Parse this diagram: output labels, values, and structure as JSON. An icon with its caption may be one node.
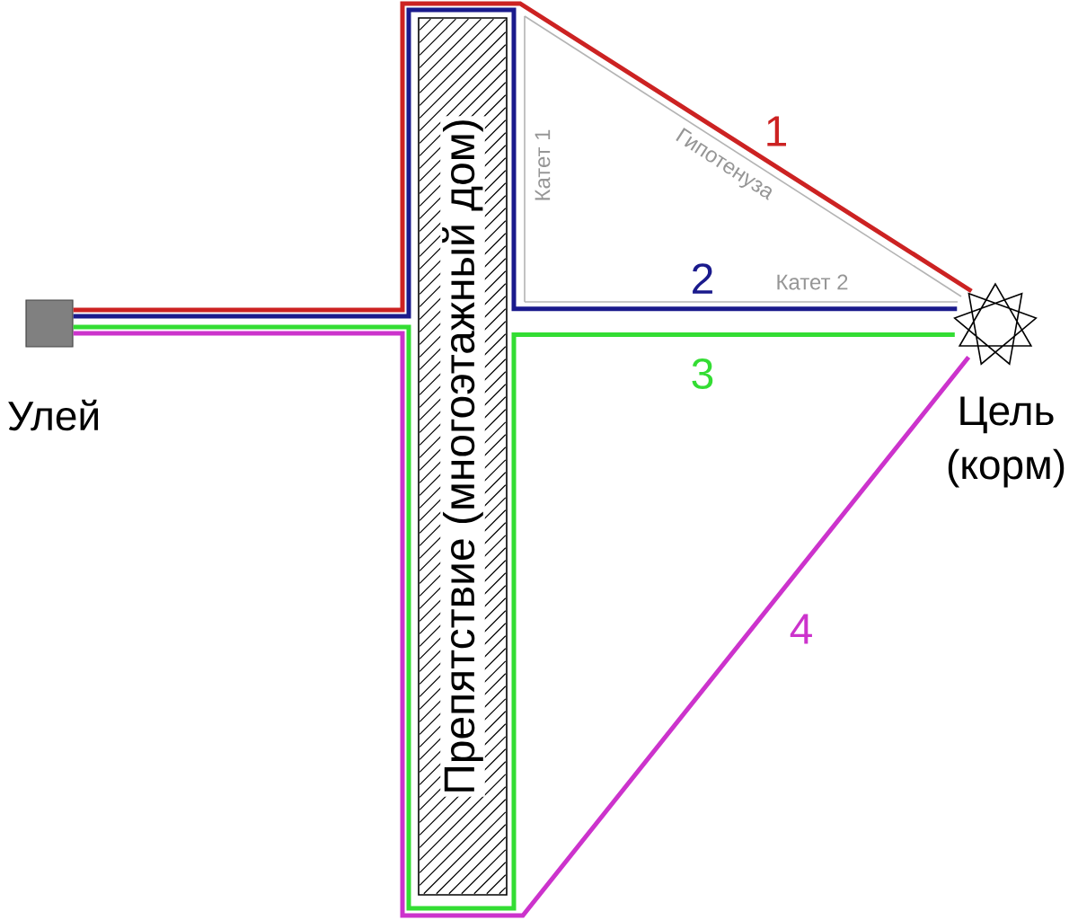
{
  "diagram": {
    "nodes": [
      {
        "text": [],
        "shape": "box",
        "beside": [
          "Улей"
        ]
      },
      {
        "text": [
          "Препятствие (многоэтажный дом)"
        ]
      },
      {
        "text": [],
        "shape": "star",
        "beside": [
          "Цель (корм)"
        ]
      }
    ],
    "edges": [
      {
        "from": 0,
        "to": 2,
        "arrow": "none",
        "label": "1",
        "color": "#cc2222"
      },
      {
        "from": 0,
        "to": 2,
        "arrow": "none",
        "label": "2",
        "color": "#1a1a8c"
      },
      {
        "from": 0,
        "to": 2,
        "arrow": "none",
        "label": "3",
        "color": "#33dd33"
      },
      {
        "from": 0,
        "to": 2,
        "arrow": "none",
        "label": "4",
        "color": "#cc33cc"
      }
    ],
    "labels": [
      "Катет 1",
      "Гипотенуза",
      "Катет 2"
    ]
  }
}
